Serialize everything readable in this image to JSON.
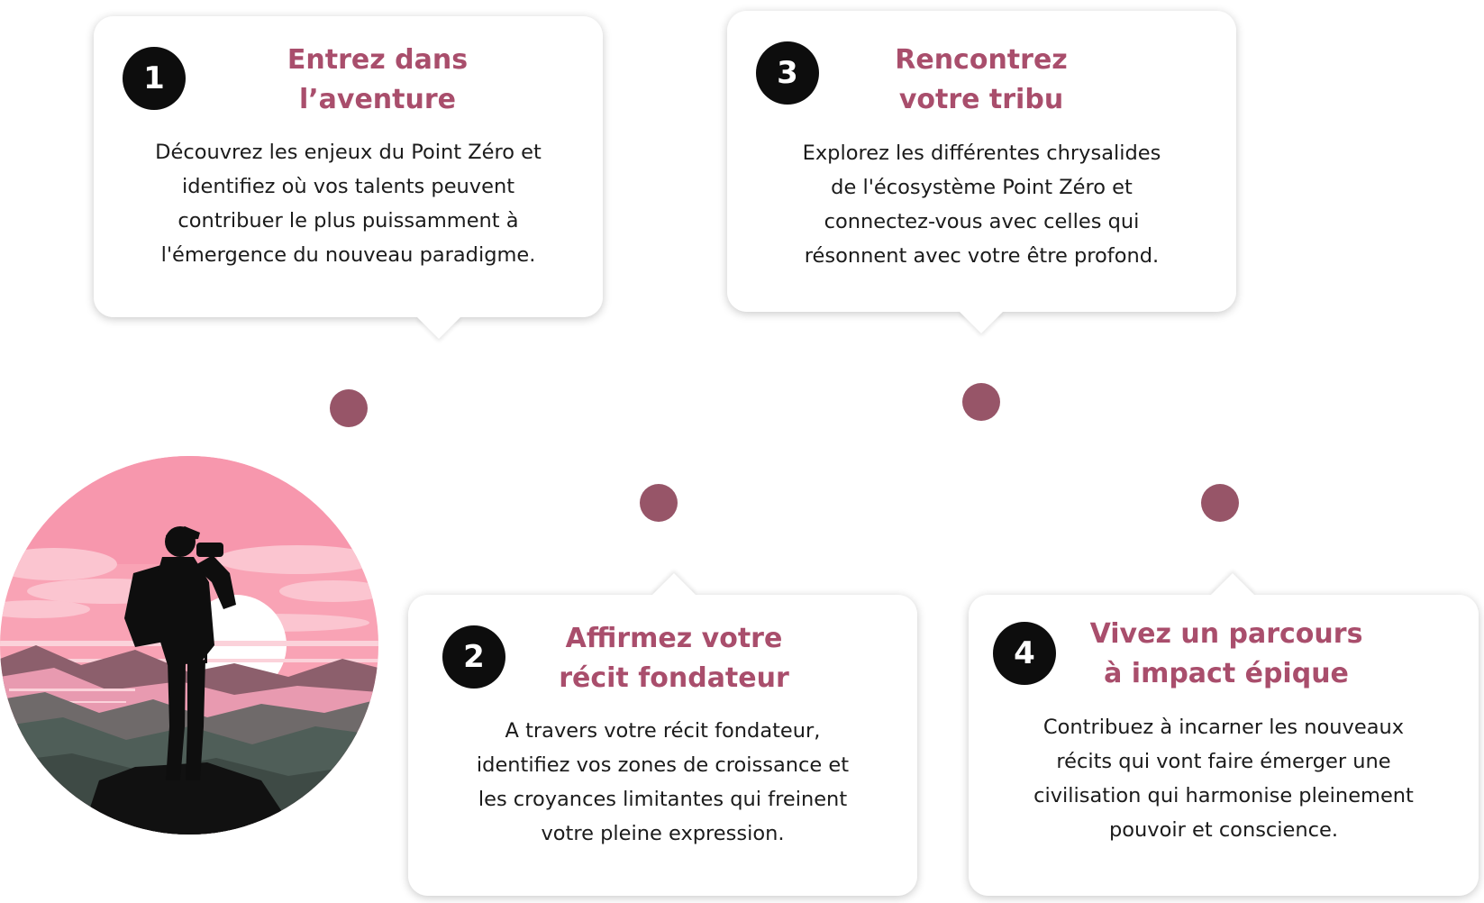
{
  "steps": [
    {
      "number": "1",
      "title": "Entrez dans\nl’aventure",
      "text": "Découvrez les enjeux du Point Zéro et\nidentifiez où vos talents peuvent\ncontribuer le plus puissamment à\nl'émergence du nouveau paradigme."
    },
    {
      "number": "2",
      "title": "Affirmez votre\nrécit fondateur",
      "text": "A travers votre récit fondateur,\nidentifiez vos zones de croissance et\nles croyances limitantes qui freinent\nvotre pleine expression."
    },
    {
      "number": "3",
      "title": "Rencontrez\nvotre tribu",
      "text": "Explorez les différentes chrysalides\nde l'écosystème Point Zéro et\nconnectez-vous avec celles qui\nrésonnent avec votre être profond."
    },
    {
      "number": "4",
      "title": "Vivez un parcours\nà impact épique",
      "text": "Contribuez à incarner les nouveaux\nrécits qui vont faire émerger une\ncivilisation qui harmonise pleinement\npouvoir et conscience."
    }
  ],
  "colors": {
    "title": "#a94e6c",
    "dot": "#975568",
    "badge": "#0d0d0d",
    "sky": "#f7a5b5"
  },
  "icons": {
    "illustration": "hiker-with-binoculars-sunset-icon"
  }
}
